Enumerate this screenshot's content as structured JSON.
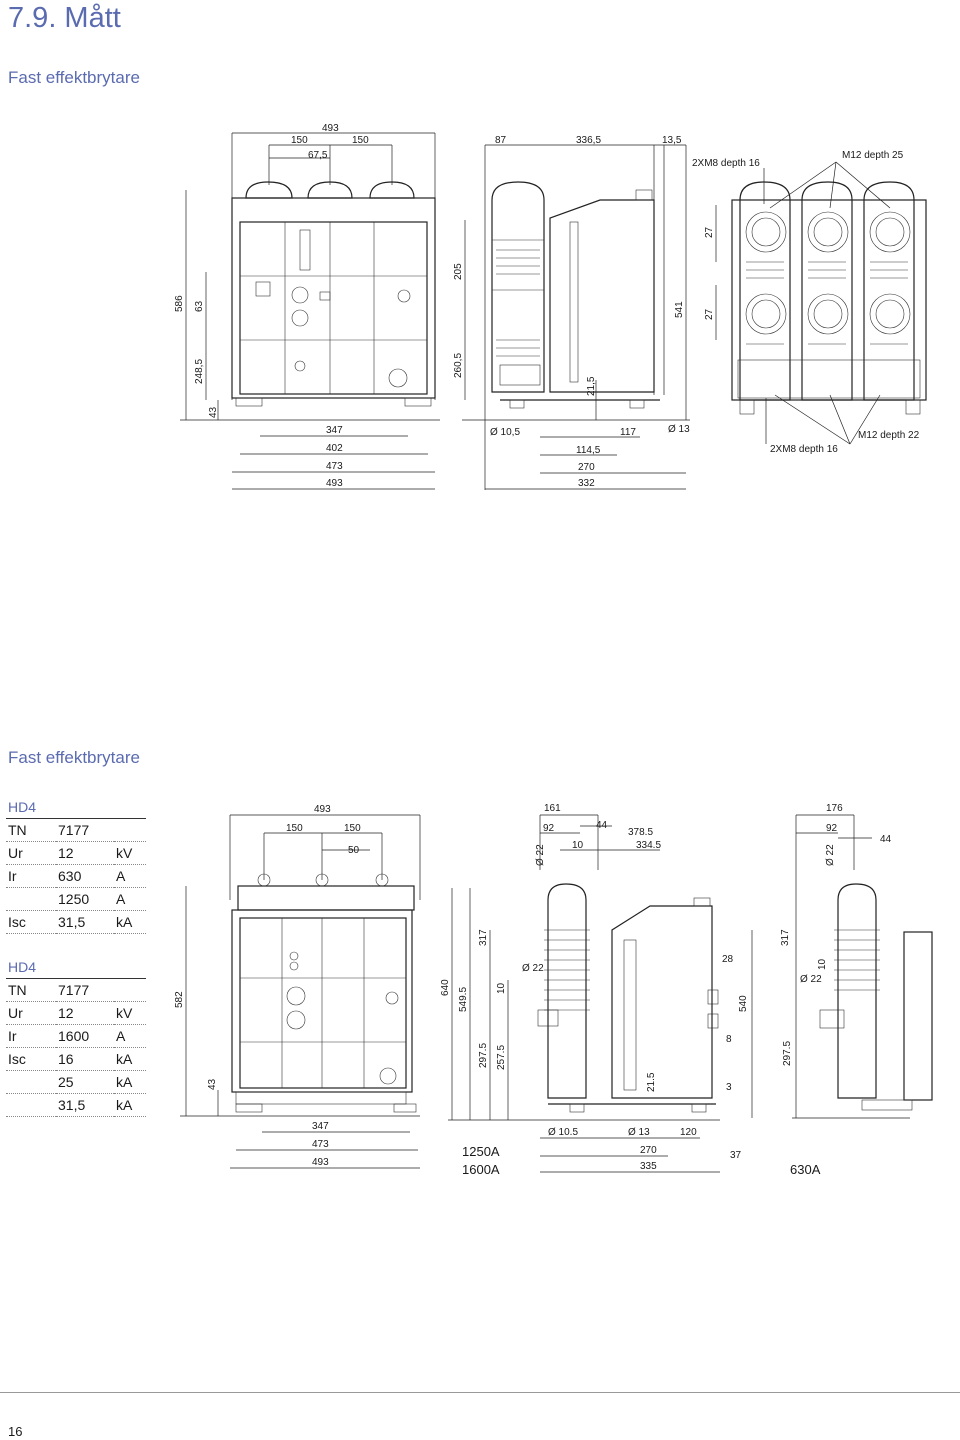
{
  "heading": "7.9. Mått",
  "subheading_top": "Fast effektbrytare",
  "subheading_bottom": "Fast effektbrytare",
  "page_number": "16",
  "colors": {
    "heading": "#5a6bb0",
    "lines": "#222222"
  },
  "drawing_top": {
    "front_dims": [
      "493",
      "150",
      "150",
      "67,5",
      "586",
      "63",
      "248,5",
      "43",
      "347",
      "402",
      "473",
      "493"
    ],
    "side_dims": [
      "87",
      "336,5",
      "13,5",
      "205",
      "260,5",
      "541",
      "21,5",
      "Ø 10,5",
      "114,5",
      "117",
      "Ø 13",
      "270",
      "332"
    ],
    "rear_dims": [
      "2XM8 depth 16",
      "M12 depth 25",
      "27",
      "27",
      "2XM8 depth 16",
      "M12 depth 22"
    ]
  },
  "drawing_bottom": {
    "front_dims": [
      "493",
      "150",
      "150",
      "50",
      "582",
      "43",
      "347",
      "473",
      "493"
    ],
    "side_dims": [
      "161",
      "92",
      "44",
      "378.5",
      "10",
      "334.5",
      "Ø 22",
      "317",
      "Ø 22",
      "640",
      "549.5",
      "10",
      "297.5",
      "257.5",
      "21.5",
      "28",
      "540",
      "8",
      "3",
      "Ø 10.5",
      "Ø 13",
      "120",
      "270",
      "335",
      "37"
    ],
    "rear_dims": [
      "176",
      "92",
      "44",
      "Ø 22",
      "317",
      "10",
      "Ø 22",
      "297.5"
    ],
    "labels": {
      "side": [
        "1250A",
        "1600A"
      ],
      "rear": "630A"
    }
  },
  "spec_tables": [
    {
      "title": "HD4",
      "rows": [
        {
          "key": "TN",
          "value": "7177",
          "unit": ""
        },
        {
          "key": "Ur",
          "value": "12",
          "unit": "kV"
        },
        {
          "key": "Ir",
          "value": "630",
          "unit": "A"
        },
        {
          "key": "",
          "value": "1250",
          "unit": "A"
        },
        {
          "key": "Isc",
          "value": "31,5",
          "unit": "kA"
        }
      ]
    },
    {
      "title": "HD4",
      "rows": [
        {
          "key": "TN",
          "value": "7177",
          "unit": ""
        },
        {
          "key": "Ur",
          "value": "12",
          "unit": "kV"
        },
        {
          "key": "Ir",
          "value": "1600",
          "unit": "A"
        },
        {
          "key": "Isc",
          "value": "16",
          "unit": "kA"
        },
        {
          "key": "",
          "value": "25",
          "unit": "kA"
        },
        {
          "key": "",
          "value": "31,5",
          "unit": "kA"
        }
      ]
    }
  ]
}
